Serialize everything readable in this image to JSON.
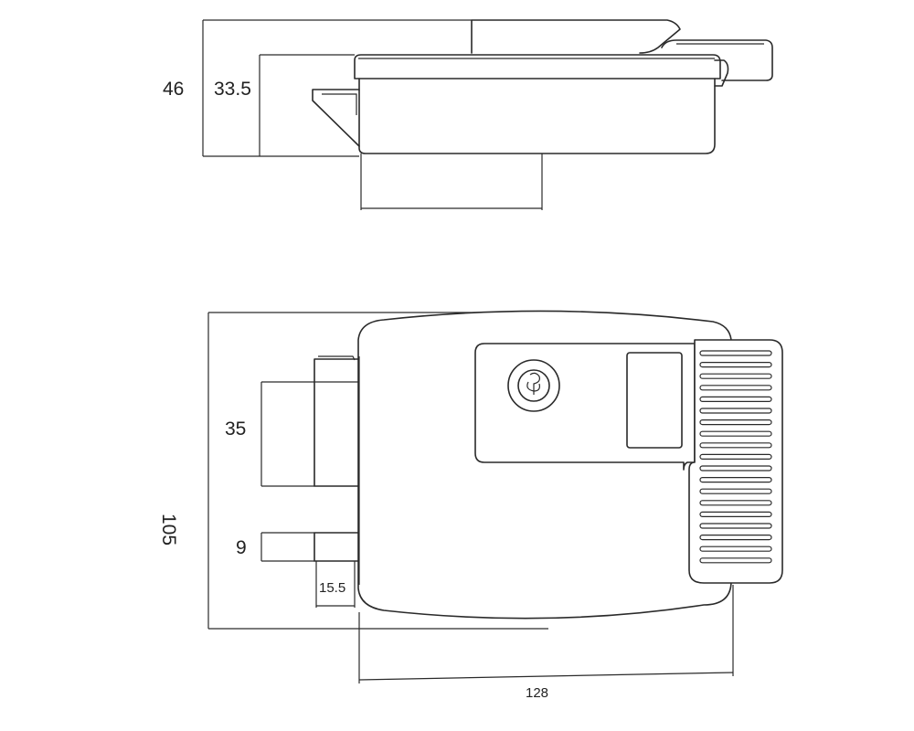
{
  "dimensions": {
    "side_total_height": "46",
    "side_body_height": "33.5",
    "front_bolt_height": "35",
    "front_latch_height": "9",
    "front_bolt_offset": "15.5",
    "front_total_height": "105",
    "front_width": "128"
  },
  "icons": {
    "keyhole": "keyhole-cylinder-icon",
    "grip": "ribbed-handle-icon"
  }
}
